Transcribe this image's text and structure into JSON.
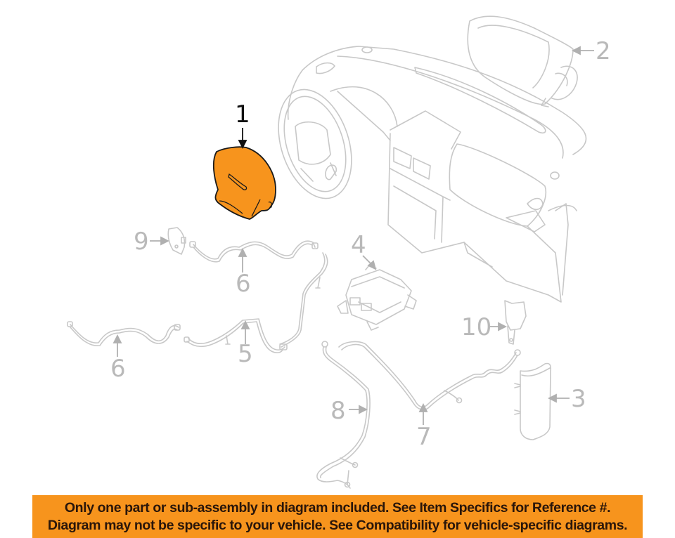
{
  "diagram": {
    "subject": "Airbag / SRS components exploded view",
    "highlighted_part": "1",
    "colors": {
      "highlight_fill": "#f7941d",
      "line_art": "#c8c8c8",
      "callout_text": "#b9b9b9",
      "active_callout_text": "#111111"
    },
    "callouts": [
      {
        "id": "1",
        "label": "1",
        "part": "driver-airbag-module",
        "highlighted": true
      },
      {
        "id": "2",
        "label": "2",
        "part": "passenger-airbag-module",
        "highlighted": false
      },
      {
        "id": "3",
        "label": "3",
        "part": "side-airbag-module",
        "highlighted": false
      },
      {
        "id": "4",
        "label": "4",
        "part": "airbag-control-module",
        "highlighted": false
      },
      {
        "id": "5",
        "label": "5",
        "part": "wire-harness",
        "highlighted": false
      },
      {
        "id": "6a",
        "label": "6",
        "part": "wire-harness-upper",
        "highlighted": false
      },
      {
        "id": "6b",
        "label": "6",
        "part": "wire-harness-lower",
        "highlighted": false
      },
      {
        "id": "7",
        "label": "7",
        "part": "wire-harness",
        "highlighted": false
      },
      {
        "id": "8",
        "label": "8",
        "part": "wire-harness",
        "highlighted": false
      },
      {
        "id": "9",
        "label": "9",
        "part": "bracket-sensor",
        "highlighted": false
      },
      {
        "id": "10",
        "label": "10",
        "part": "impact-sensor",
        "highlighted": false
      }
    ]
  },
  "banner": {
    "line1": "Only one part or sub-assembly in diagram included. See Item Specifics for Reference #.",
    "line2": "Diagram may not be specific to your vehicle. See Compatibility for vehicle-specific diagrams.",
    "background": "#f7941d",
    "text_color": "#2a160a"
  }
}
